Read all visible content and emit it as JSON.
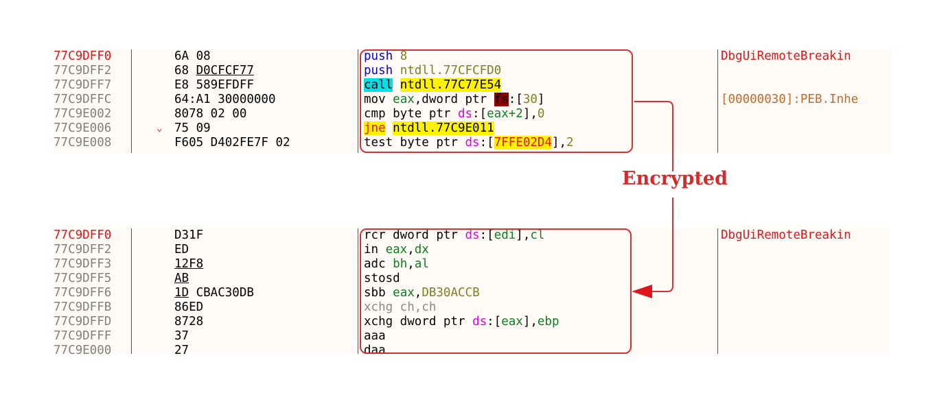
{
  "top": {
    "rows": [
      {
        "addr": "77C9DFF0",
        "arrow": "",
        "bytes": [
          {
            "t": "6A 08"
          }
        ],
        "dis": [
          {
            "t": "push",
            "c": "op-blue"
          },
          {
            "t": " "
          },
          {
            "t": "8",
            "c": "num"
          }
        ],
        "comment": "DbgUiRemoteBreakin",
        "current": true
      },
      {
        "addr": "77C9DFF2",
        "arrow": "",
        "bytes": [
          {
            "t": "68 "
          },
          {
            "t": "D0CFCF77",
            "u": true
          }
        ],
        "dis": [
          {
            "t": "push",
            "c": "op-blue"
          },
          {
            "t": " "
          },
          {
            "t": "ntdll.77CFCFD0",
            "c": "num"
          }
        ],
        "comment": "",
        "current": false
      },
      {
        "addr": "77C9DFF7",
        "arrow": "",
        "bytes": [
          {
            "t": "E8 589EFDFF"
          }
        ],
        "dis": [
          {
            "t": "call",
            "c": "hl-cyan"
          },
          {
            "t": " "
          },
          {
            "t": "ntdll.77C77E54",
            "c": "hl-yellow"
          }
        ],
        "comment": "",
        "current": false
      },
      {
        "addr": "77C9DFFC",
        "arrow": "",
        "bytes": [
          {
            "t": "64:A1 30000000"
          }
        ],
        "dis": [
          {
            "t": "mov",
            "c": "op-black"
          },
          {
            "t": " "
          },
          {
            "t": "eax",
            "c": "reg"
          },
          {
            "t": ",dword ptr "
          },
          {
            "t": "fs",
            "c": "hl-darkred"
          },
          {
            "t": ":["
          },
          {
            "t": "30",
            "c": "num"
          },
          {
            "t": "]"
          }
        ],
        "comment": "[00000030]:PEB.Inhe",
        "commentMeta": true,
        "current": false
      },
      {
        "addr": "77C9E002",
        "arrow": "",
        "bytes": [
          {
            "t": "8078 02 00"
          }
        ],
        "dis": [
          {
            "t": "cmp byte ptr "
          },
          {
            "t": "ds",
            "c": "seg"
          },
          {
            "t": ":["
          },
          {
            "t": "eax+2",
            "c": "reg"
          },
          {
            "t": "],"
          },
          {
            "t": "0",
            "c": "num"
          }
        ],
        "comment": "",
        "current": false
      },
      {
        "addr": "77C9E006",
        "arrow": "⌄",
        "bytes": [
          {
            "t": "75 09"
          }
        ],
        "dis": [
          {
            "t": "jne",
            "c": "hl-yellow-red"
          },
          {
            "t": " "
          },
          {
            "t": "ntdll.77C9E011",
            "c": "hl-yellow"
          }
        ],
        "comment": "",
        "current": false
      },
      {
        "addr": "77C9E008",
        "arrow": "",
        "bytes": [
          {
            "t": "F605 D402FE7F 02"
          }
        ],
        "dis": [
          {
            "t": "test byte ptr "
          },
          {
            "t": "ds",
            "c": "seg"
          },
          {
            "t": ":["
          },
          {
            "t": "7FFE02D4",
            "c": "hl-yellow-red"
          },
          {
            "t": "],"
          },
          {
            "t": "2",
            "c": "num"
          }
        ],
        "comment": "",
        "current": false
      }
    ]
  },
  "bottom": {
    "rows": [
      {
        "addr": "77C9DFF0",
        "arrow": "",
        "bytes": [
          {
            "t": "D31F"
          }
        ],
        "dis": [
          {
            "t": "rcr dword ptr "
          },
          {
            "t": "ds",
            "c": "seg"
          },
          {
            "t": ":["
          },
          {
            "t": "edi",
            "c": "reg"
          },
          {
            "t": "],"
          },
          {
            "t": "cl",
            "c": "reg"
          }
        ],
        "comment": "DbgUiRemoteBreakin",
        "current": true
      },
      {
        "addr": "77C9DFF2",
        "arrow": "",
        "bytes": [
          {
            "t": "ED"
          }
        ],
        "dis": [
          {
            "t": "in "
          },
          {
            "t": "eax",
            "c": "reg"
          },
          {
            "t": ","
          },
          {
            "t": "dx",
            "c": "reg"
          }
        ],
        "comment": "",
        "current": false
      },
      {
        "addr": "77C9DFF3",
        "arrow": "",
        "bytes": [
          {
            "t": "12F8",
            "u": true
          }
        ],
        "dis": [
          {
            "t": "adc "
          },
          {
            "t": "bh",
            "c": "reg"
          },
          {
            "t": ","
          },
          {
            "t": "al",
            "c": "reg"
          }
        ],
        "comment": "",
        "current": false
      },
      {
        "addr": "77C9DFF5",
        "arrow": "",
        "bytes": [
          {
            "t": "AB",
            "u": true
          }
        ],
        "dis": [
          {
            "t": "stosd"
          }
        ],
        "comment": "",
        "current": false
      },
      {
        "addr": "77C9DFF6",
        "arrow": "",
        "bytes": [
          {
            "t": "1D",
            "u": true
          },
          {
            "t": " CBAC30DB"
          }
        ],
        "dis": [
          {
            "t": "sbb "
          },
          {
            "t": "eax",
            "c": "reg"
          },
          {
            "t": ","
          },
          {
            "t": "DB30ACCB",
            "c": "num"
          }
        ],
        "comment": "",
        "current": false
      },
      {
        "addr": "77C9DFFB",
        "arrow": "",
        "bytes": [
          {
            "t": "86ED"
          }
        ],
        "dis": [
          {
            "t": "xchg ch,ch",
            "c": "op-gray"
          }
        ],
        "comment": "",
        "current": false
      },
      {
        "addr": "77C9DFFD",
        "arrow": "",
        "bytes": [
          {
            "t": "8728"
          }
        ],
        "dis": [
          {
            "t": "xchg dword ptr "
          },
          {
            "t": "ds",
            "c": "seg"
          },
          {
            "t": ":["
          },
          {
            "t": "eax",
            "c": "reg"
          },
          {
            "t": "],"
          },
          {
            "t": "ebp",
            "c": "reg"
          }
        ],
        "comment": "",
        "current": false
      },
      {
        "addr": "77C9DFFF",
        "arrow": "",
        "bytes": [
          {
            "t": "37"
          }
        ],
        "dis": [
          {
            "t": "aaa"
          }
        ],
        "comment": "",
        "current": false
      },
      {
        "addr": "77C9E000",
        "arrow": "",
        "bytes": [
          {
            "t": "27"
          }
        ],
        "dis": [
          {
            "t": "daa"
          }
        ],
        "comment": "",
        "current": false
      }
    ]
  },
  "annotation": {
    "label": "Encrypted",
    "color": "#d32b2b"
  }
}
